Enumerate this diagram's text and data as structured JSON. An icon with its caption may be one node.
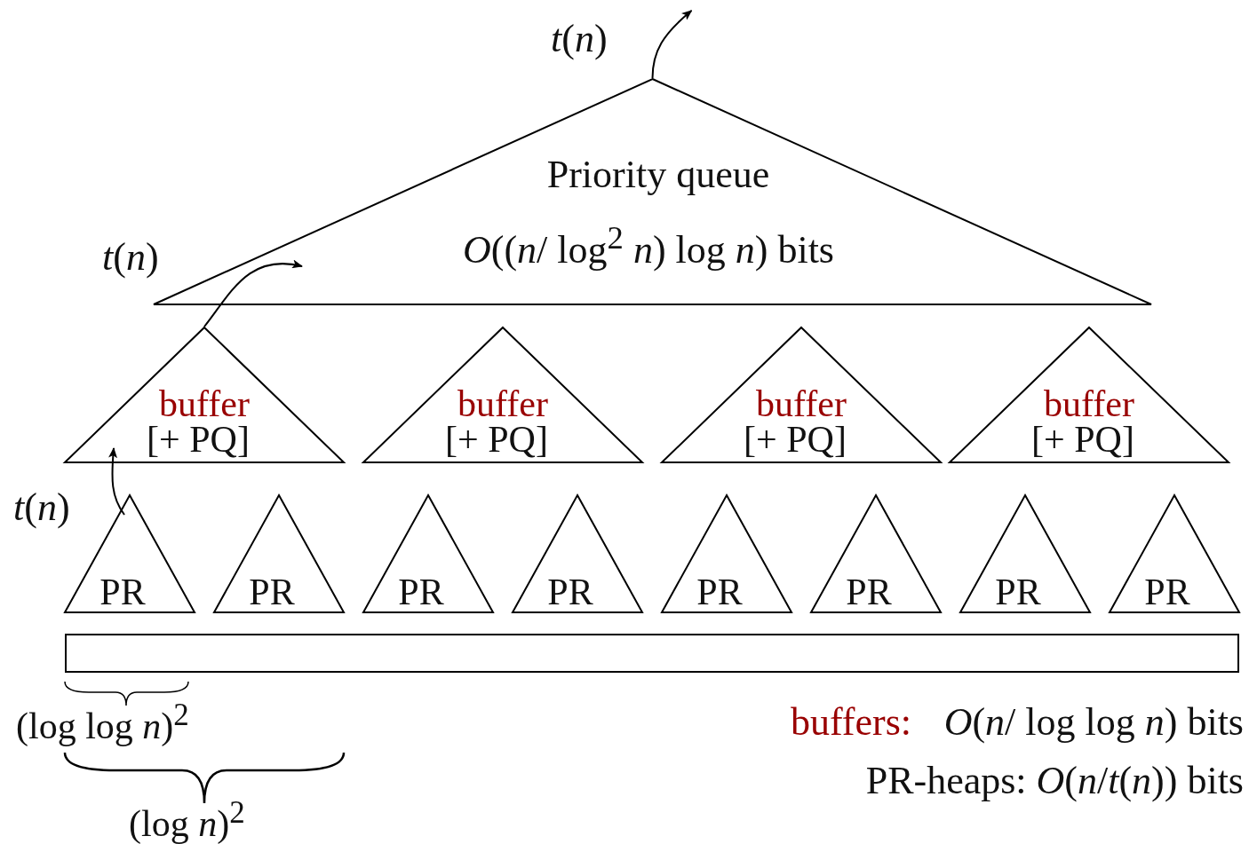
{
  "diagram": {
    "nodes": [
      {
        "text": [
          "Priority queue",
          "*O*((*n*/ log$^{2}$ *n*) log *n*) bits"
        ]
      },
      {
        "text": [
          "buffer",
          "[+ PQ]"
        ]
      },
      {
        "text": [
          "buffer",
          "[+ PQ]"
        ]
      },
      {
        "text": [
          "buffer",
          "[+ PQ]"
        ]
      },
      {
        "text": [
          "buffer",
          "[+ PQ]"
        ]
      },
      {
        "text": [
          "PR"
        ]
      },
      {
        "text": [
          "PR"
        ]
      },
      {
        "text": [
          "PR"
        ]
      },
      {
        "text": [
          "PR"
        ]
      },
      {
        "text": [
          "PR"
        ]
      },
      {
        "text": [
          "PR"
        ]
      },
      {
        "text": [
          "PR"
        ]
      },
      {
        "text": [
          "PR"
        ]
      },
      {
        "text": [],
        "shape": "bar"
      }
    ],
    "edges": [
      {
        "from": 0,
        "to": null,
        "arrow": "to",
        "label": "*t*(*n*)"
      },
      {
        "from": 1,
        "to": 0,
        "arrow": "to",
        "label": "*t*(*n*)"
      },
      {
        "from": 5,
        "to": 1,
        "arrow": "to",
        "label": "*t*(*n*)"
      }
    ],
    "labels": [
      "(log log *n*)$^{2}$",
      "(log *n*)$^{2}$",
      "buffers:",
      "*O*(*n*/ log log *n*) bits",
      "PR-heaps: *O*(*n*/*t*(*n*)) bits"
    ]
  }
}
